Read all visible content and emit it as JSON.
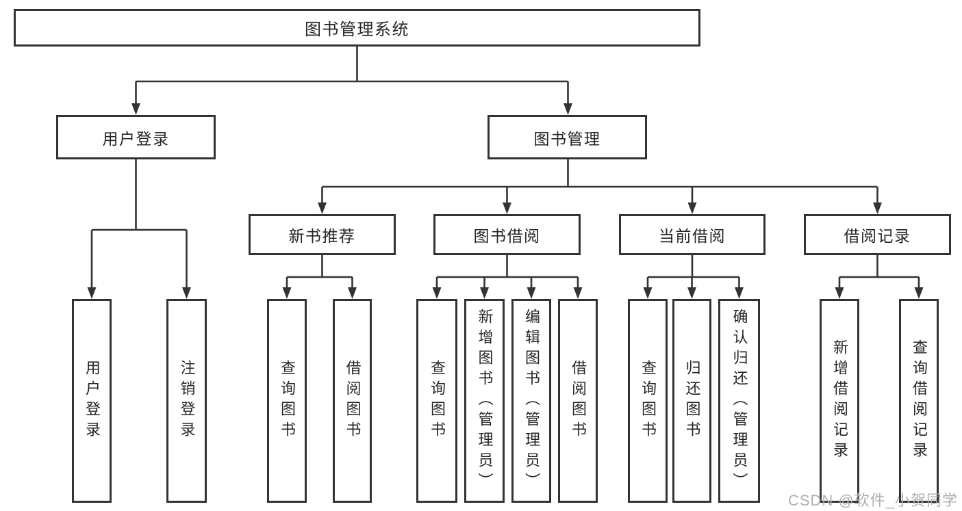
{
  "diagram": {
    "root": {
      "label": "图书管理系统"
    },
    "level2": [
      {
        "id": "user-login",
        "label": "用户登录"
      },
      {
        "id": "book-management",
        "label": "图书管理"
      }
    ],
    "level3": [
      {
        "id": "new-book-recommend",
        "label": "新书推荐",
        "parent": "图书管理"
      },
      {
        "id": "book-borrow",
        "label": "图书借阅",
        "parent": "图书管理"
      },
      {
        "id": "current-borrow",
        "label": "当前借阅",
        "parent": "图书管理"
      },
      {
        "id": "borrow-records",
        "label": "借阅记录",
        "parent": "图书管理"
      }
    ],
    "leaves": [
      {
        "label": "用户登录",
        "parent": "用户登录"
      },
      {
        "label": "注销登录",
        "parent": "用户登录"
      },
      {
        "label": "查询图书",
        "parent": "新书推荐"
      },
      {
        "label": "借阅图书",
        "parent": "新书推荐"
      },
      {
        "label": "查询图书",
        "parent": "图书借阅"
      },
      {
        "label": "新增图书（管理员）",
        "parent": "图书借阅"
      },
      {
        "label": "编辑图书（管理员）",
        "parent": "图书借阅"
      },
      {
        "label": "借阅图书",
        "parent": "图书借阅"
      },
      {
        "label": "查询图书",
        "parent": "当前借阅"
      },
      {
        "label": "归还图书",
        "parent": "当前借阅"
      },
      {
        "label": "确认归还（管理员）",
        "parent": "当前借阅"
      },
      {
        "label": "新增借阅记录",
        "parent": "借阅记录"
      },
      {
        "label": "查询借阅记录",
        "parent": "借阅记录"
      }
    ]
  },
  "watermark": {
    "text": "CSDN @软件_小贺同学",
    "color": "#b0b0b0"
  },
  "colors": {
    "line": "#333333",
    "text": "#262626",
    "node_background": "#ffffff",
    "page_background": "#ffffff"
  }
}
